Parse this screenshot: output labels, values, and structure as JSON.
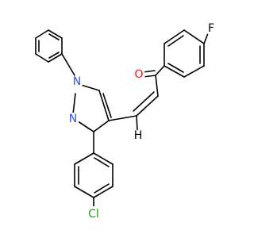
{
  "molecule": {
    "atoms": {
      "oxygen": {
        "symbol": "O",
        "color": "#ff0d0d"
      },
      "fluorine": {
        "symbol": "F",
        "color": "#000000"
      },
      "pyrazole_n1": {
        "symbol": "N",
        "color": "#3050f8"
      },
      "pyrazole_n2": {
        "symbol": "N",
        "color": "#3050f8"
      },
      "alkene_h": {
        "symbol": "H",
        "color": "#000000"
      },
      "chlorine": {
        "symbol": "Cl",
        "color": "#1f9f1f"
      }
    },
    "bond_color": "#000000"
  }
}
